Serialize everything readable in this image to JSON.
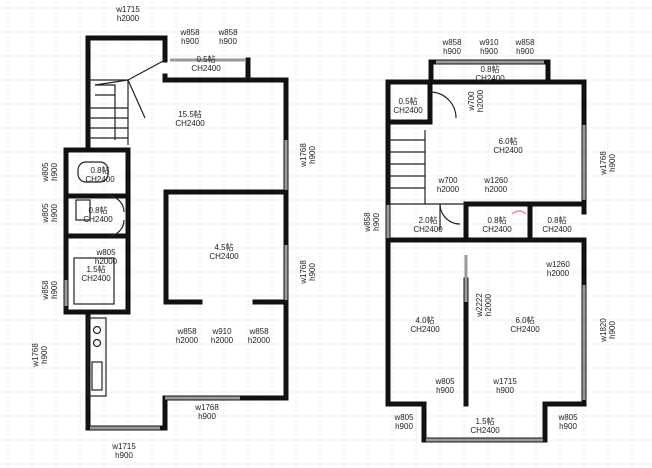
{
  "floor1": {
    "openings": [
      {
        "w": "w1715",
        "h": "h2000"
      },
      {
        "w": "w858",
        "h": "h900"
      },
      {
        "w": "w858",
        "h": "h900"
      },
      {
        "w": "w1768",
        "h": "h900"
      },
      {
        "w": "w805",
        "h": "h900"
      },
      {
        "w": "w805",
        "h": "h900"
      },
      {
        "w": "w805",
        "h": "h2000"
      },
      {
        "w": "w1768",
        "h": "h900"
      },
      {
        "w": "w858",
        "h": "h900"
      },
      {
        "w": "w1768",
        "h": "h900"
      },
      {
        "w": "w858",
        "h": "h2000"
      },
      {
        "w": "w910",
        "h": "h2000"
      },
      {
        "w": "w858",
        "h": "h2000"
      },
      {
        "w": "w1768",
        "h": "h900"
      },
      {
        "w": "w1715",
        "h": "h900"
      }
    ],
    "rooms": [
      {
        "size": "0.5帖",
        "ch": "CH2400"
      },
      {
        "size": "15.5帖",
        "ch": "CH2400"
      },
      {
        "size": "0.8帖",
        "ch": "CH2400"
      },
      {
        "size": "0.8帖",
        "ch": "CH2400"
      },
      {
        "size": "1.5帖",
        "ch": "CH2400"
      },
      {
        "size": "4.5帖",
        "ch": "CH2400"
      }
    ]
  },
  "floor2": {
    "openings": [
      {
        "w": "w858",
        "h": "h900"
      },
      {
        "w": "w910",
        "h": "h900"
      },
      {
        "w": "w858",
        "h": "h900"
      },
      {
        "w": "w700",
        "h": "h2000"
      },
      {
        "w": "w1768",
        "h": "h900"
      },
      {
        "w": "w700",
        "h": "h2000"
      },
      {
        "w": "w1260",
        "h": "h2000"
      },
      {
        "w": "w858",
        "h": "h900"
      },
      {
        "w": "w1260",
        "h": "h2000"
      },
      {
        "w": "w2222",
        "h": "h2000"
      },
      {
        "w": "w1820",
        "h": "h900"
      },
      {
        "w": "w805",
        "h": "h900"
      },
      {
        "w": "w1715",
        "h": "h900"
      },
      {
        "w": "w805",
        "h": "h900"
      },
      {
        "w": "w805",
        "h": "h900"
      }
    ],
    "rooms": [
      {
        "size": "0.8帖",
        "ch": "CH2400"
      },
      {
        "size": "0.5帖",
        "ch": "CH2400"
      },
      {
        "size": "6.0帖",
        "ch": "CH2400"
      },
      {
        "size": "2.0帖",
        "ch": "CH2400"
      },
      {
        "size": "0.8帖",
        "ch": "CH2400"
      },
      {
        "size": "0.8帖",
        "ch": "CH2400"
      },
      {
        "size": "4.0帖",
        "ch": "CH2400"
      },
      {
        "size": "6.0帖",
        "ch": "CH2400"
      },
      {
        "size": "1.5帖",
        "ch": "CH2400"
      }
    ]
  },
  "colors": {
    "wall": "#111111",
    "window": "#9a9a9a",
    "accent": "#e8a0b0"
  }
}
